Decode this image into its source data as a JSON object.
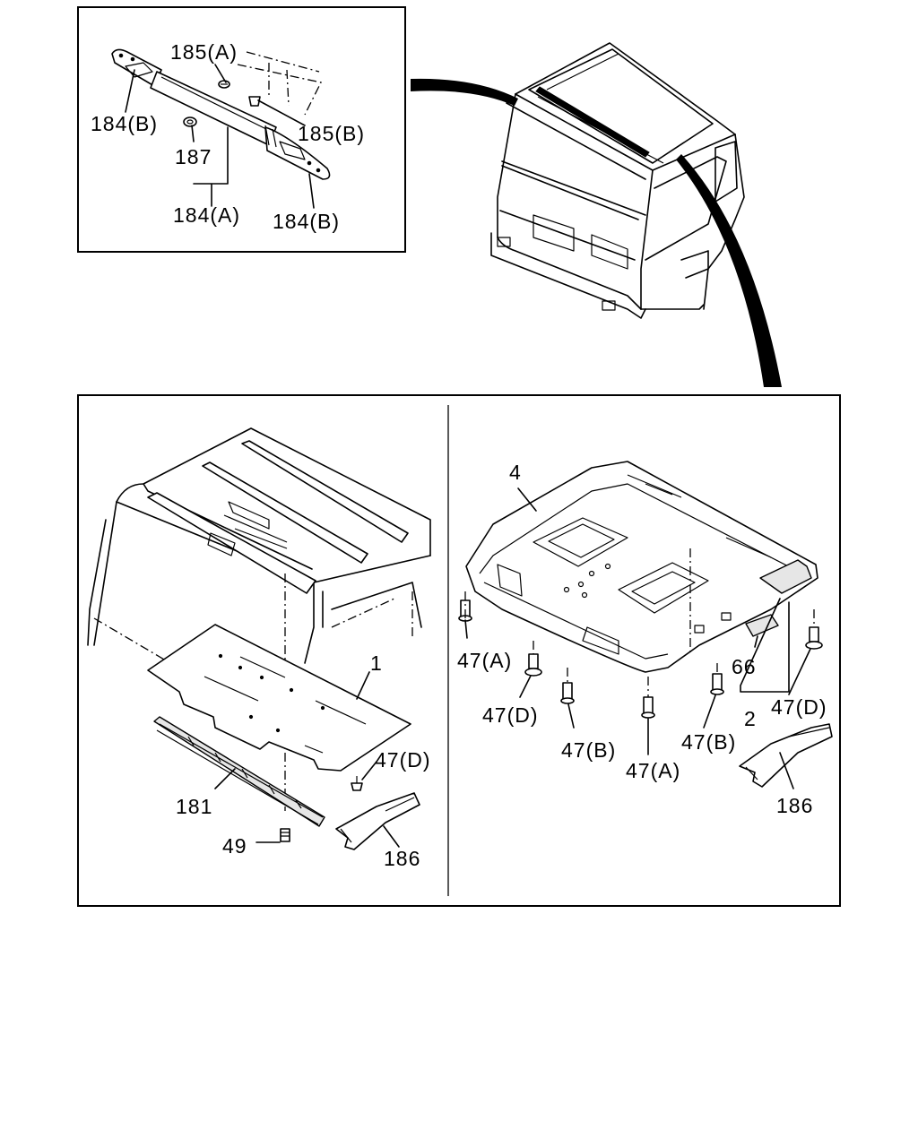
{
  "labels": {
    "inset": {
      "l185a": "185(A)",
      "l184b_left": "184(B)",
      "l185b": "185(B)",
      "l187": "187",
      "l184a": "184(A)",
      "l184b_right": "184(B)"
    },
    "left_panel": {
      "l1": "1",
      "l47d": "47(D)",
      "l181": "181",
      "l49": "49",
      "l186": "186"
    },
    "right_panel": {
      "l4": "4",
      "l47a_left": "47(A)",
      "l47d_left": "47(D)",
      "l47b_left": "47(B)",
      "l47a_mid": "47(A)",
      "l47b_right": "47(B)",
      "l66": "66",
      "l2": "2",
      "l47d_right": "47(D)",
      "l186": "186"
    }
  }
}
